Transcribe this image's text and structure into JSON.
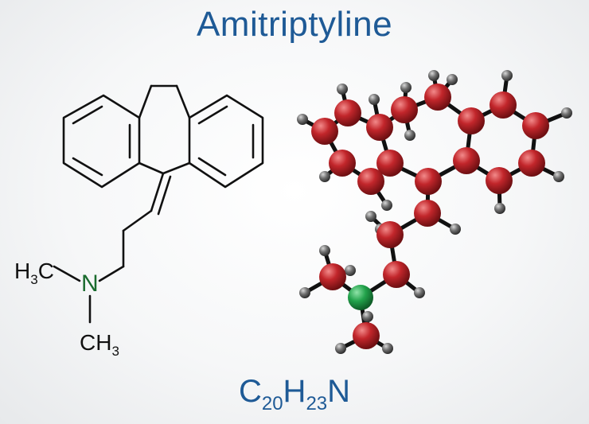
{
  "title": "Amitriptyline",
  "formula": {
    "c": "C",
    "c_count": "20",
    "h": "H",
    "h_count": "23",
    "n": "N"
  },
  "skeletal": {
    "left_methyl": "H",
    "left_methyl_sub": "3",
    "left_methyl_c": "C",
    "nitrogen": "N",
    "bottom_methyl": "CH",
    "bottom_methyl_sub": "3"
  },
  "colors": {
    "title": "#1e5a96",
    "carbon": "#b3262b",
    "hydrogen": "#5a5a5a",
    "nitrogen": "#1f9a45",
    "bond": "#111111"
  }
}
